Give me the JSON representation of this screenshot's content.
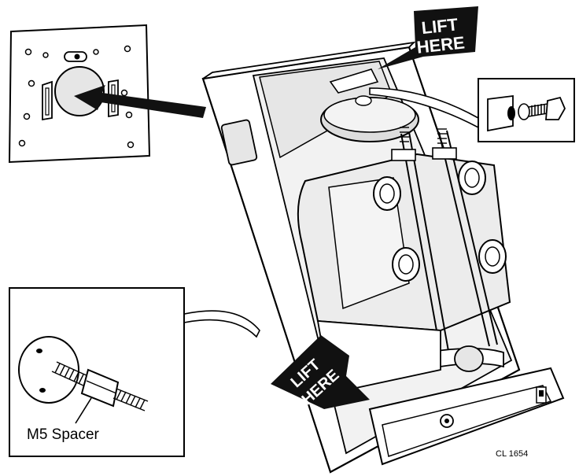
{
  "labels": {
    "lift_top_line1": "LIFT",
    "lift_top_line2": "HERE",
    "lift_bottom_line1": "LIFT",
    "lift_bottom_line2": "HERE",
    "spacer": "M5 Spacer",
    "figure_code": "CL 1654"
  },
  "colors": {
    "line": "#000000",
    "fill": "#ffffff",
    "shade": "#e6e6e6",
    "arrow": "#111111"
  }
}
